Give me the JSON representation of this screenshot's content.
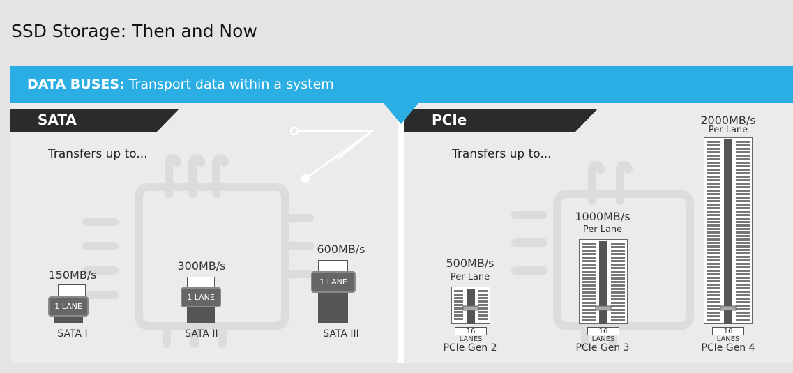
{
  "page_title": "SSD Storage: Then and Now",
  "banner": {
    "bold": "DATA BUSES:",
    "text": "Transport data within a system"
  },
  "colors": {
    "banner": "#2aaee3",
    "tag": "#2b2b2b",
    "panel": "#ebebeb",
    "connector": "#666666"
  },
  "sata": {
    "tag": "SATA",
    "transfers": "Transfers up to...",
    "connectors": [
      {
        "name": "SATA I",
        "speed": "150MB/s",
        "lane": "1 LANE"
      },
      {
        "name": "SATA II",
        "speed": "300MB/s",
        "lane": "1 LANE"
      },
      {
        "name": "SATA III",
        "speed": "600MB/s",
        "lane": "1 LANE"
      }
    ]
  },
  "pcie": {
    "tag": "PCIe",
    "transfers": "Transfers up to...",
    "slots": [
      {
        "name": "PCIe Gen 2",
        "speed": "500MB/s",
        "per_lane": "Per Lane",
        "lanes": "16 LANES"
      },
      {
        "name": "PCIe Gen 3",
        "speed": "1000MB/s",
        "per_lane": "Per Lane",
        "lanes": "16 LANES"
      },
      {
        "name": "PCIe Gen 4",
        "speed": "2000MB/s",
        "per_lane": "Per Lane",
        "lanes": "16 LANES"
      }
    ]
  }
}
